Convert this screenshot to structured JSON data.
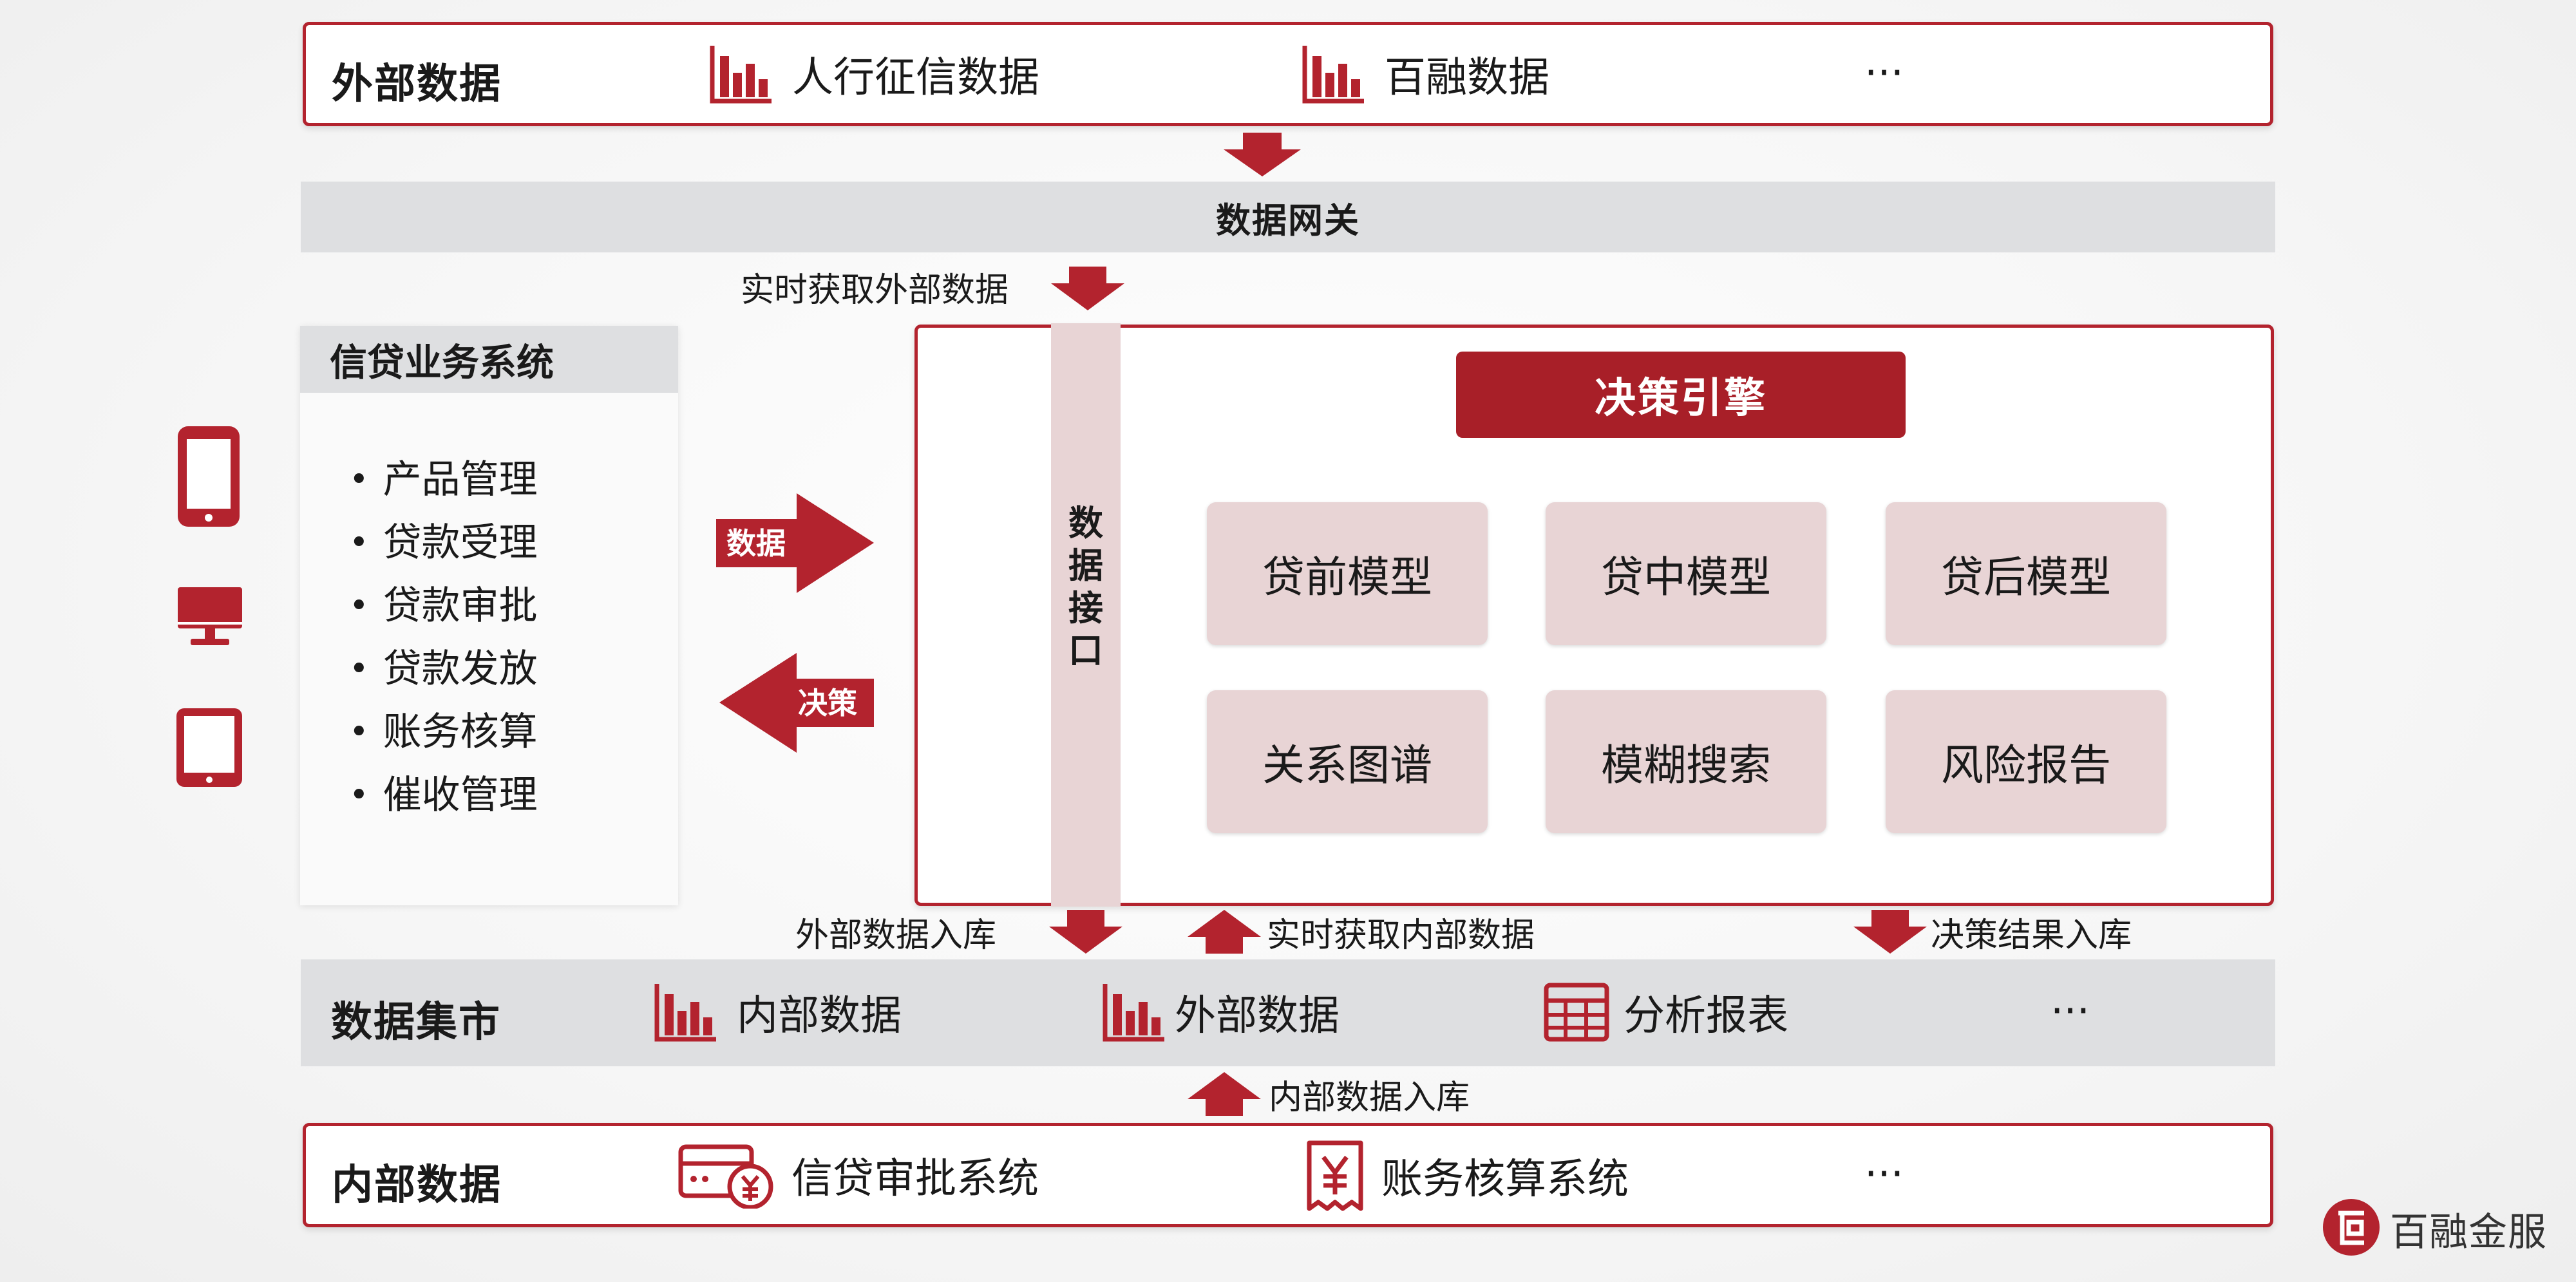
{
  "external_data": {
    "title": "外部数据",
    "items": [
      {
        "label": "人行征信数据",
        "icon": "bar-chart-icon"
      },
      {
        "label": "百融数据",
        "icon": "bar-chart-icon"
      }
    ],
    "more": "···"
  },
  "gateway": {
    "label": "数据网关"
  },
  "realtime_external": "实时获取外部数据",
  "credit_system": {
    "title": "信贷业务系统",
    "items": [
      "产品管理",
      "贷款受理",
      "贷款审批",
      "贷款发放",
      "账务核算",
      "催收管理"
    ]
  },
  "arrows": {
    "data": "数据",
    "decision": "决策"
  },
  "data_interface": {
    "label": "数据接口"
  },
  "decision_engine": {
    "title": "决策引擎",
    "models": [
      "贷前模型",
      "贷中模型",
      "贷后模型",
      "关系图谱",
      "模糊搜索",
      "风险报告"
    ]
  },
  "flows": {
    "external_in": "外部数据入库",
    "realtime_internal": "实时获取内部数据",
    "decision_result": "决策结果入库",
    "internal_in": "内部数据入库"
  },
  "data_mart": {
    "title": "数据集市",
    "items": [
      {
        "label": "内部数据",
        "icon": "bar-chart-icon"
      },
      {
        "label": "外部数据",
        "icon": "bar-chart-icon"
      },
      {
        "label": "分析报表",
        "icon": "table-icon"
      }
    ],
    "more": "···"
  },
  "internal_data": {
    "title": "内部数据",
    "items": [
      {
        "label": "信贷审批系统",
        "icon": "card-yuan-icon"
      },
      {
        "label": "账务核算系统",
        "icon": "receipt-yuan-icon"
      }
    ],
    "more": "···"
  },
  "brand": {
    "name": "百融金服",
    "color": "#b3232e"
  },
  "colors": {
    "accent": "#b3232e",
    "pink": "#e8d4d5",
    "band": "#dedfe1"
  }
}
